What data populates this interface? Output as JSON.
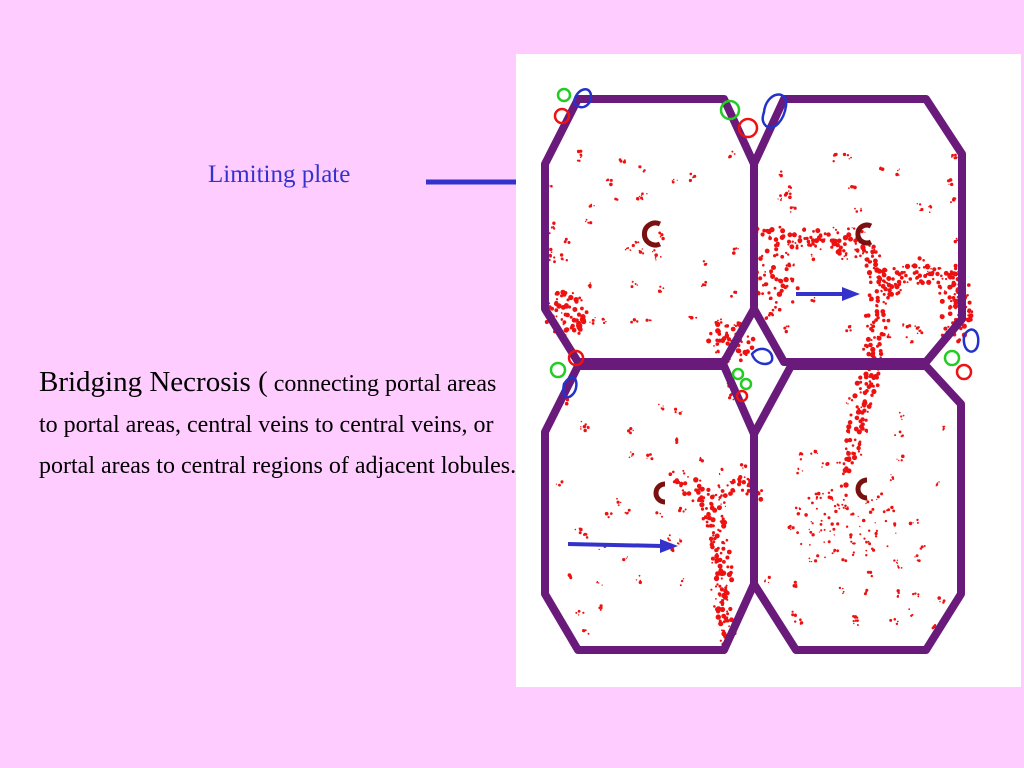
{
  "slide": {
    "background": "#ffccff",
    "annotation_color": "#3333cc",
    "necrosis_color": "#ee1111",
    "plate_color": "#6a1a7a",
    "central_vein_color": "#7a1010"
  },
  "label": {
    "text": "Limiting  plate"
  },
  "body": {
    "heading": "Bridging Necrosis (",
    "text": " connecting portal areas to portal areas, central veins to central veins, or portal areas to central regions of adjacent lobules."
  }
}
